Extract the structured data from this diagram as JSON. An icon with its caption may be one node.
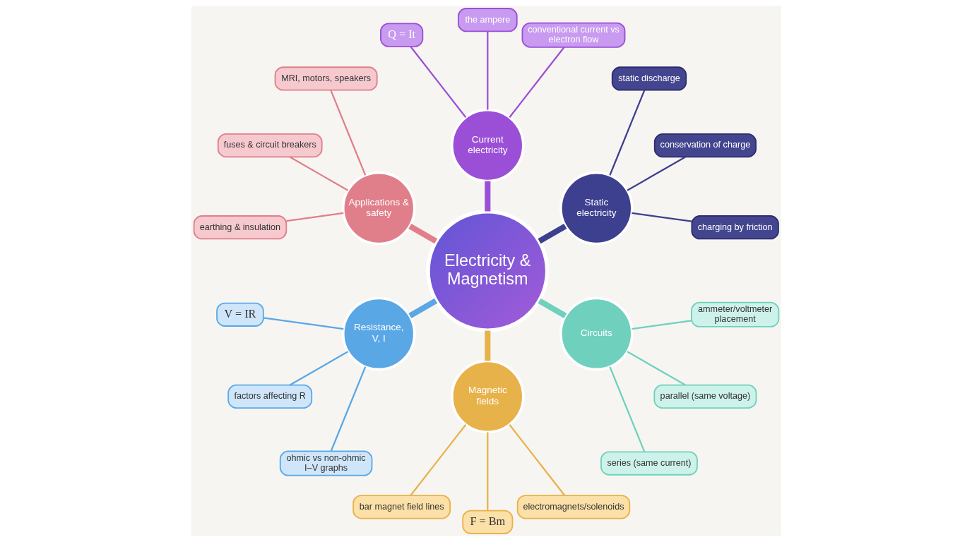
{
  "diagram": {
    "nodes": [
      {
        "text": [
          "Electricity & Magnetism"
        ]
      },
      {
        "text": [
          "Static electricity"
        ]
      },
      {
        "text": [
          "charging by friction"
        ]
      },
      {
        "text": [
          "conservation of charge"
        ]
      },
      {
        "text": [
          "static discharge"
        ]
      },
      {
        "text": [
          "Current electricity"
        ]
      },
      {
        "text": [
          "conventional current vs electron flow"
        ]
      },
      {
        "text": [
          "the ampere"
        ]
      },
      {
        "text": [
          "Q = It"
        ]
      },
      {
        "text": [
          "Applications & safety"
        ]
      },
      {
        "text": [
          "MRI, motors, speakers"
        ]
      },
      {
        "text": [
          "fuses & circuit breakers"
        ]
      },
      {
        "text": [
          "earthing & insulation"
        ]
      },
      {
        "text": [
          "Resistance, V, I"
        ]
      },
      {
        "text": [
          "V = IR"
        ]
      },
      {
        "text": [
          "factors affecting R"
        ]
      },
      {
        "text": [
          "ohmic vs non-ohmic I–V graphs"
        ]
      },
      {
        "text": [
          "Magnetic fields"
        ]
      },
      {
        "text": [
          "bar magnet field lines"
        ]
      },
      {
        "text": [
          "F = Bm"
        ]
      },
      {
        "text": [
          "electromagnets/solenoids"
        ]
      },
      {
        "text": [
          "Circuits"
        ]
      },
      {
        "text": [
          "series (same current)"
        ]
      },
      {
        "text": [
          "parallel (same voltage)"
        ]
      },
      {
        "text": [
          "ammeter/voltmeter placement"
        ]
      }
    ],
    "edges": [
      {
        "from": 0,
        "to": 1,
        "arrow": "none",
        "style": "thick",
        "color": "#3d3f8f"
      },
      {
        "from": 1,
        "to": 2,
        "arrow": "none",
        "color": "#3d3f8f"
      },
      {
        "from": 1,
        "to": 3,
        "arrow": "none",
        "color": "#3d3f8f"
      },
      {
        "from": 1,
        "to": 4,
        "arrow": "none",
        "color": "#3d3f8f"
      },
      {
        "from": 0,
        "to": 5,
        "arrow": "none",
        "style": "thick",
        "color": "#9b4fd6"
      },
      {
        "from": 5,
        "to": 6,
        "arrow": "none",
        "color": "#9b4fd6"
      },
      {
        "from": 5,
        "to": 7,
        "arrow": "none",
        "color": "#9b4fd6"
      },
      {
        "from": 5,
        "to": 8,
        "arrow": "none",
        "color": "#9b4fd6"
      },
      {
        "from": 0,
        "to": 9,
        "arrow": "none",
        "style": "thick",
        "color": "#e07f8a"
      },
      {
        "from": 9,
        "to": 10,
        "arrow": "none",
        "color": "#e07f8a"
      },
      {
        "from": 9,
        "to": 11,
        "arrow": "none",
        "color": "#e07f8a"
      },
      {
        "from": 9,
        "to": 12,
        "arrow": "none",
        "color": "#e07f8a"
      },
      {
        "from": 0,
        "to": 13,
        "arrow": "none",
        "style": "thick",
        "color": "#5aa7e6"
      },
      {
        "from": 13,
        "to": 14,
        "arrow": "none",
        "color": "#5aa7e6"
      },
      {
        "from": 13,
        "to": 15,
        "arrow": "none",
        "color": "#5aa7e6"
      },
      {
        "from": 13,
        "to": 16,
        "arrow": "none",
        "color": "#5aa7e6"
      },
      {
        "from": 0,
        "to": 17,
        "arrow": "none",
        "style": "thick",
        "color": "#e8b24a"
      },
      {
        "from": 17,
        "to": 18,
        "arrow": "none",
        "color": "#e8b24a"
      },
      {
        "from": 17,
        "to": 19,
        "arrow": "none",
        "color": "#e8b24a"
      },
      {
        "from": 17,
        "to": 20,
        "arrow": "none",
        "color": "#e8b24a"
      },
      {
        "from": 0,
        "to": 21,
        "arrow": "none",
        "style": "thick",
        "color": "#6fd1bd"
      },
      {
        "from": 21,
        "to": 22,
        "arrow": "none",
        "color": "#6fd1bd"
      },
      {
        "from": 21,
        "to": 23,
        "arrow": "none",
        "color": "#6fd1bd"
      },
      {
        "from": 21,
        "to": 24,
        "arrow": "none",
        "color": "#6fd1bd"
      }
    ]
  }
}
